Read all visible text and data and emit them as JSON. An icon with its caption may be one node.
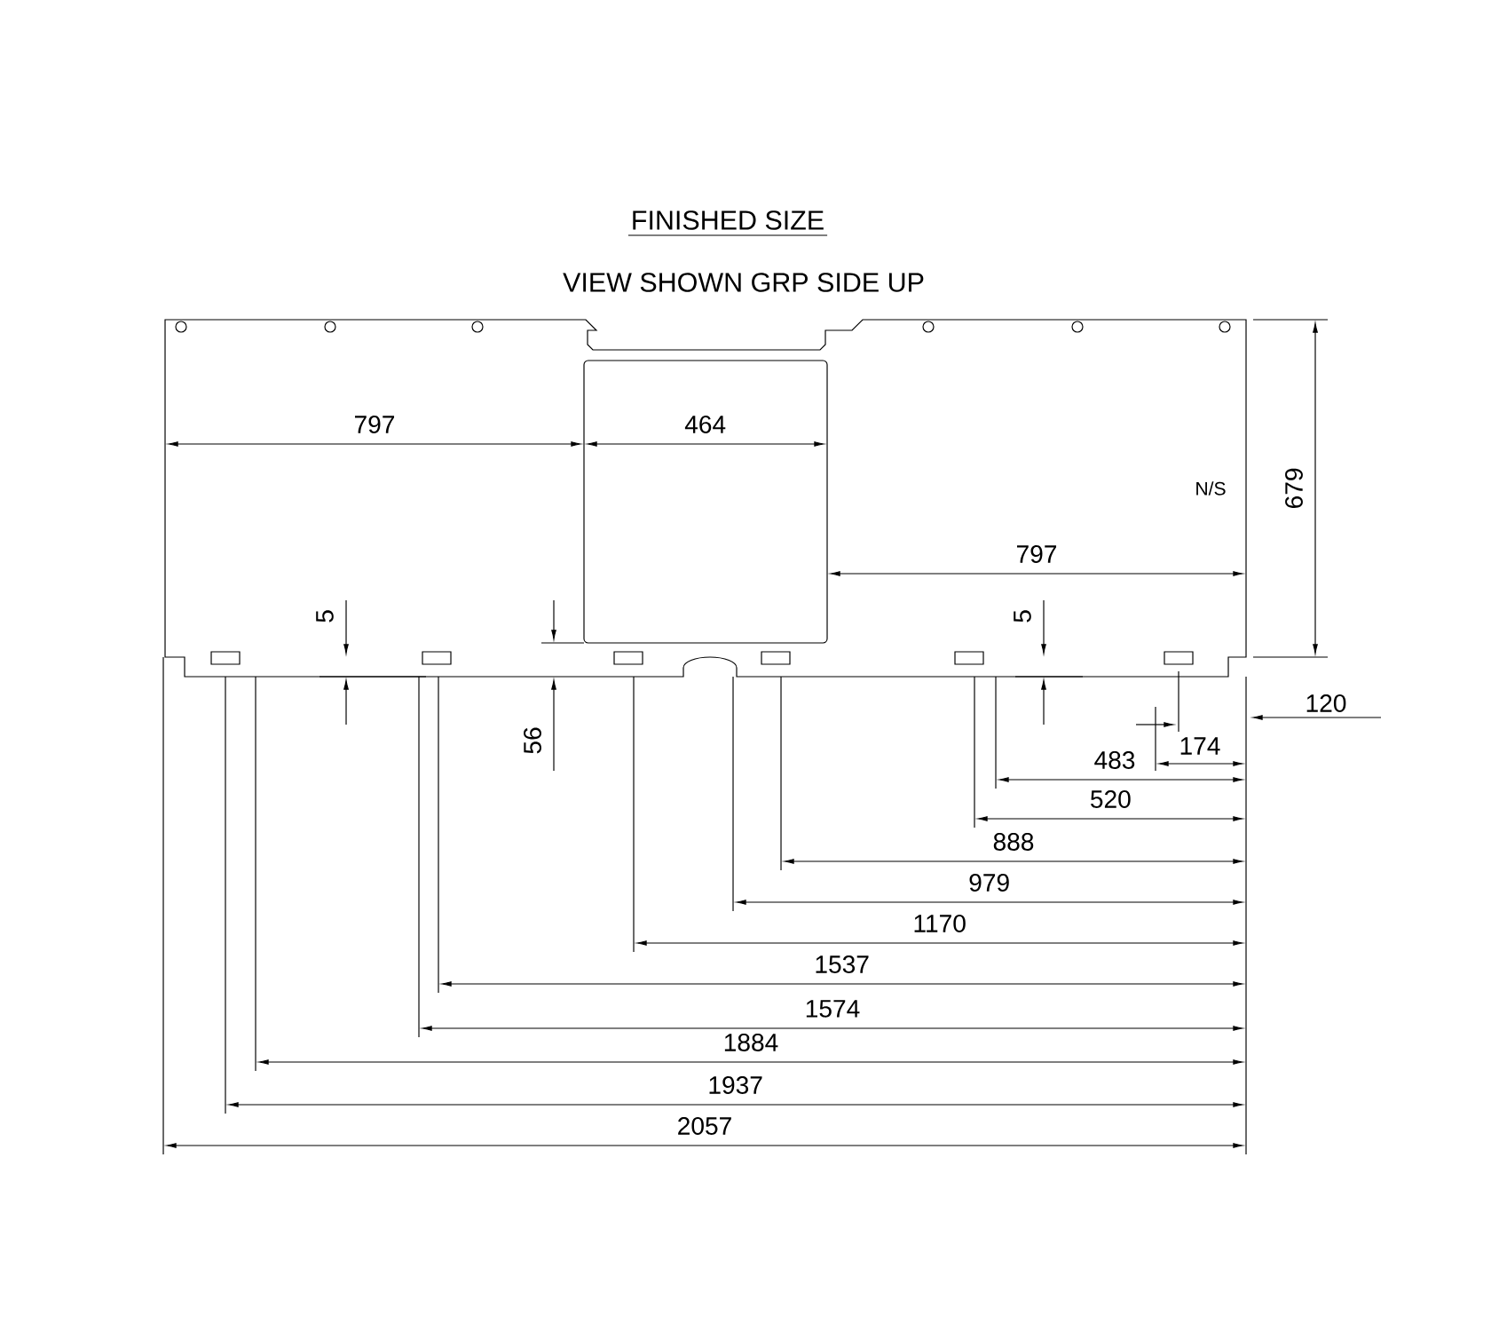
{
  "diagram": {
    "title": "FINISHED SIZE",
    "labels": [
      "VIEW SHOWN GRP SIDE UP",
      "797",
      "464",
      "N/S",
      "679",
      "797",
      "5",
      "5",
      "120",
      "56",
      "174",
      "483",
      "520",
      "888",
      "979",
      "1170",
      "1537",
      "1574",
      "1884",
      "1937",
      "2057"
    ]
  }
}
